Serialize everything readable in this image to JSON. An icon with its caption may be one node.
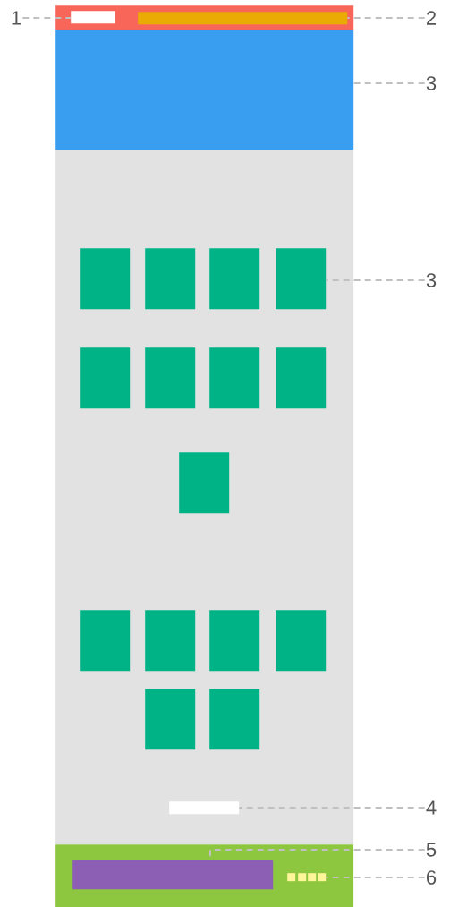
{
  "diagram": {
    "nodes": [
      {
        "text": [],
        "shape": "box"
      },
      {
        "text": [],
        "shape": "box",
        "in": 0
      },
      {
        "text": [],
        "shape": "box",
        "in": 0
      },
      {
        "text": [],
        "shape": "box"
      },
      {
        "text": [],
        "shape": "box"
      },
      {
        "text": [],
        "shape": "box",
        "in": 4
      },
      {
        "text": [],
        "shape": "box",
        "in": 4
      },
      {
        "text": [],
        "shape": "box",
        "in": 4
      },
      {
        "text": [],
        "shape": "box",
        "in": 4
      },
      {
        "text": [],
        "shape": "box",
        "in": 4
      },
      {
        "text": [],
        "shape": "box",
        "in": 4
      },
      {
        "text": [],
        "shape": "box",
        "in": 4
      },
      {
        "text": [],
        "shape": "box",
        "in": 4
      },
      {
        "text": [],
        "shape": "box",
        "in": 4
      },
      {
        "text": [],
        "shape": "box",
        "in": 4
      },
      {
        "text": [],
        "shape": "box",
        "in": 4
      },
      {
        "text": [],
        "shape": "box",
        "in": 4
      },
      {
        "text": [],
        "shape": "box",
        "in": 4
      },
      {
        "text": [],
        "shape": "box",
        "in": 4
      },
      {
        "text": [],
        "shape": "box",
        "in": 4
      },
      {
        "text": [],
        "shape": "box",
        "in": 4
      },
      {
        "text": [],
        "shape": "box"
      },
      {
        "text": [],
        "shape": "box",
        "in": 21
      },
      {
        "text": [],
        "shape": "box",
        "in": 21
      },
      {
        "text": [],
        "shape": "box",
        "in": 21
      },
      {
        "text": [],
        "shape": "box",
        "in": 21
      },
      {
        "text": [],
        "shape": "box",
        "in": 21
      },
      {
        "text": [
          "1"
        ]
      },
      {
        "text": [
          "2"
        ]
      },
      {
        "text": [
          "3"
        ]
      },
      {
        "text": [
          "3"
        ]
      },
      {
        "text": [
          "4"
        ]
      },
      {
        "text": [
          "5"
        ]
      },
      {
        "text": [
          "6"
        ]
      }
    ],
    "edges": [
      {
        "from": 27,
        "to": 1,
        "arrow": "none",
        "style": "dashed"
      },
      {
        "from": 28,
        "to": 2,
        "arrow": "none",
        "style": "dashed"
      },
      {
        "from": 29,
        "to": 3,
        "arrow": "none",
        "style": "dashed"
      },
      {
        "from": 30,
        "to": 8,
        "arrow": "none",
        "style": "dashed"
      },
      {
        "from": 31,
        "to": 20,
        "arrow": "none",
        "style": "dashed"
      },
      {
        "from": 32,
        "to": 22,
        "arrow": "none",
        "style": "dashed"
      },
      {
        "from": 33,
        "to": 26,
        "arrow": "none",
        "style": "dashed"
      }
    ]
  }
}
